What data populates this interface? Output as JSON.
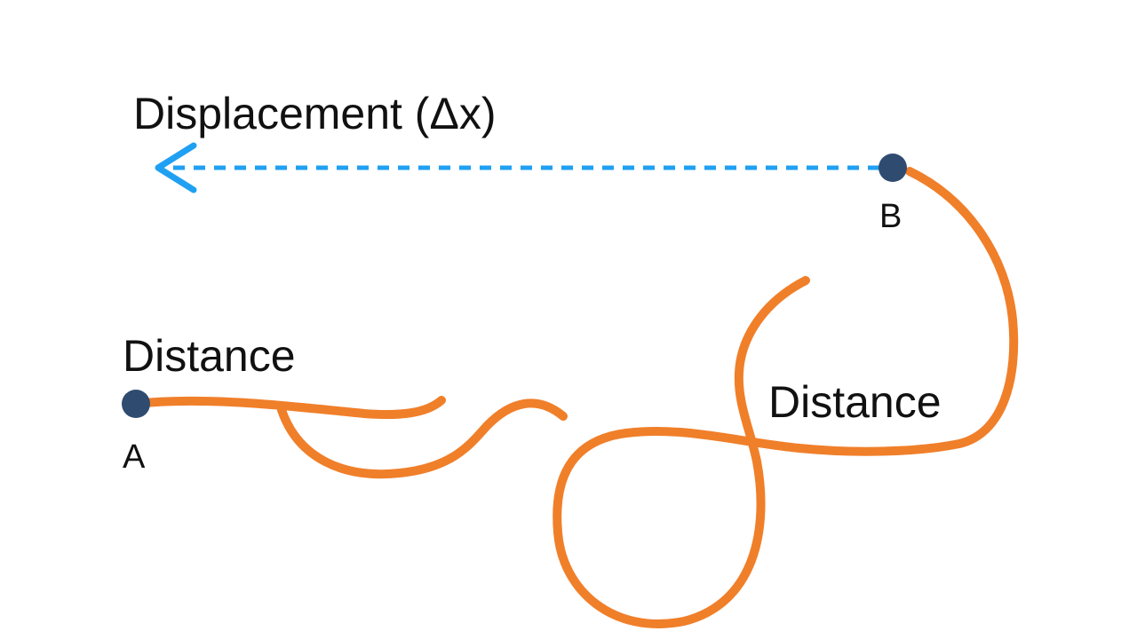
{
  "labels": {
    "displacement": "Displacement (Δx)",
    "distance_left": "Distance",
    "distance_right": "Distance",
    "point_a": "A",
    "point_b": "B"
  },
  "colors": {
    "path": "#F07F2A",
    "arrow": "#1FA0F2",
    "point": "#2F4C70",
    "text": "#111111",
    "background": "#FFFFFF"
  }
}
